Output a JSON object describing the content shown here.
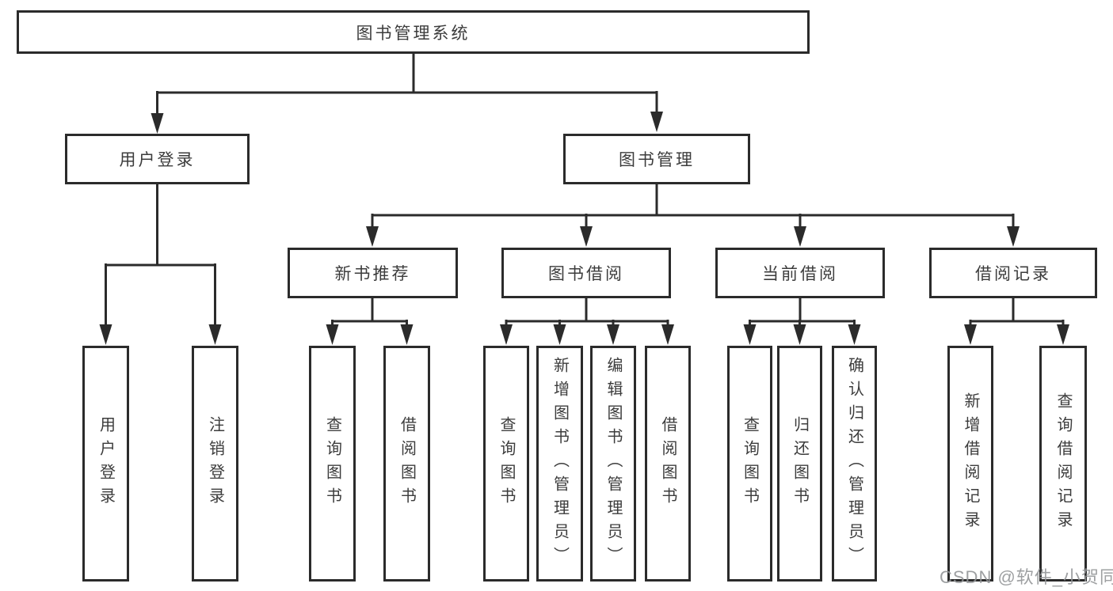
{
  "title": "图书管理系统",
  "tree": {
    "label": "图书管理系统",
    "children": [
      {
        "label": "用户登录",
        "children": [
          {
            "label": "用户登录"
          },
          {
            "label": "注销登录"
          }
        ]
      },
      {
        "label": "图书管理",
        "children": [
          {
            "label": "新书推荐",
            "children": [
              {
                "label": "查询图书"
              },
              {
                "label": "借阅图书"
              }
            ]
          },
          {
            "label": "图书借阅",
            "children": [
              {
                "label": "查询图书"
              },
              {
                "label": "新增图书（管理员）"
              },
              {
                "label": "编辑图书（管理员）"
              },
              {
                "label": "借阅图书"
              }
            ]
          },
          {
            "label": "当前借阅",
            "children": [
              {
                "label": "查询图书"
              },
              {
                "label": "归还图书"
              },
              {
                "label": "确认归还（管理员）"
              }
            ]
          },
          {
            "label": "借阅记录",
            "children": [
              {
                "label": "新增借阅记录"
              },
              {
                "label": "查询借阅记录"
              }
            ]
          }
        ]
      }
    ]
  },
  "watermark": {
    "text": "CSDN @软件_小贺同学"
  },
  "colors": {
    "line": "#2b2b2b",
    "box_border": "#2b2b2b",
    "text": "#3c3c3c",
    "watermark": "#949698",
    "background": "#ffffff"
  }
}
